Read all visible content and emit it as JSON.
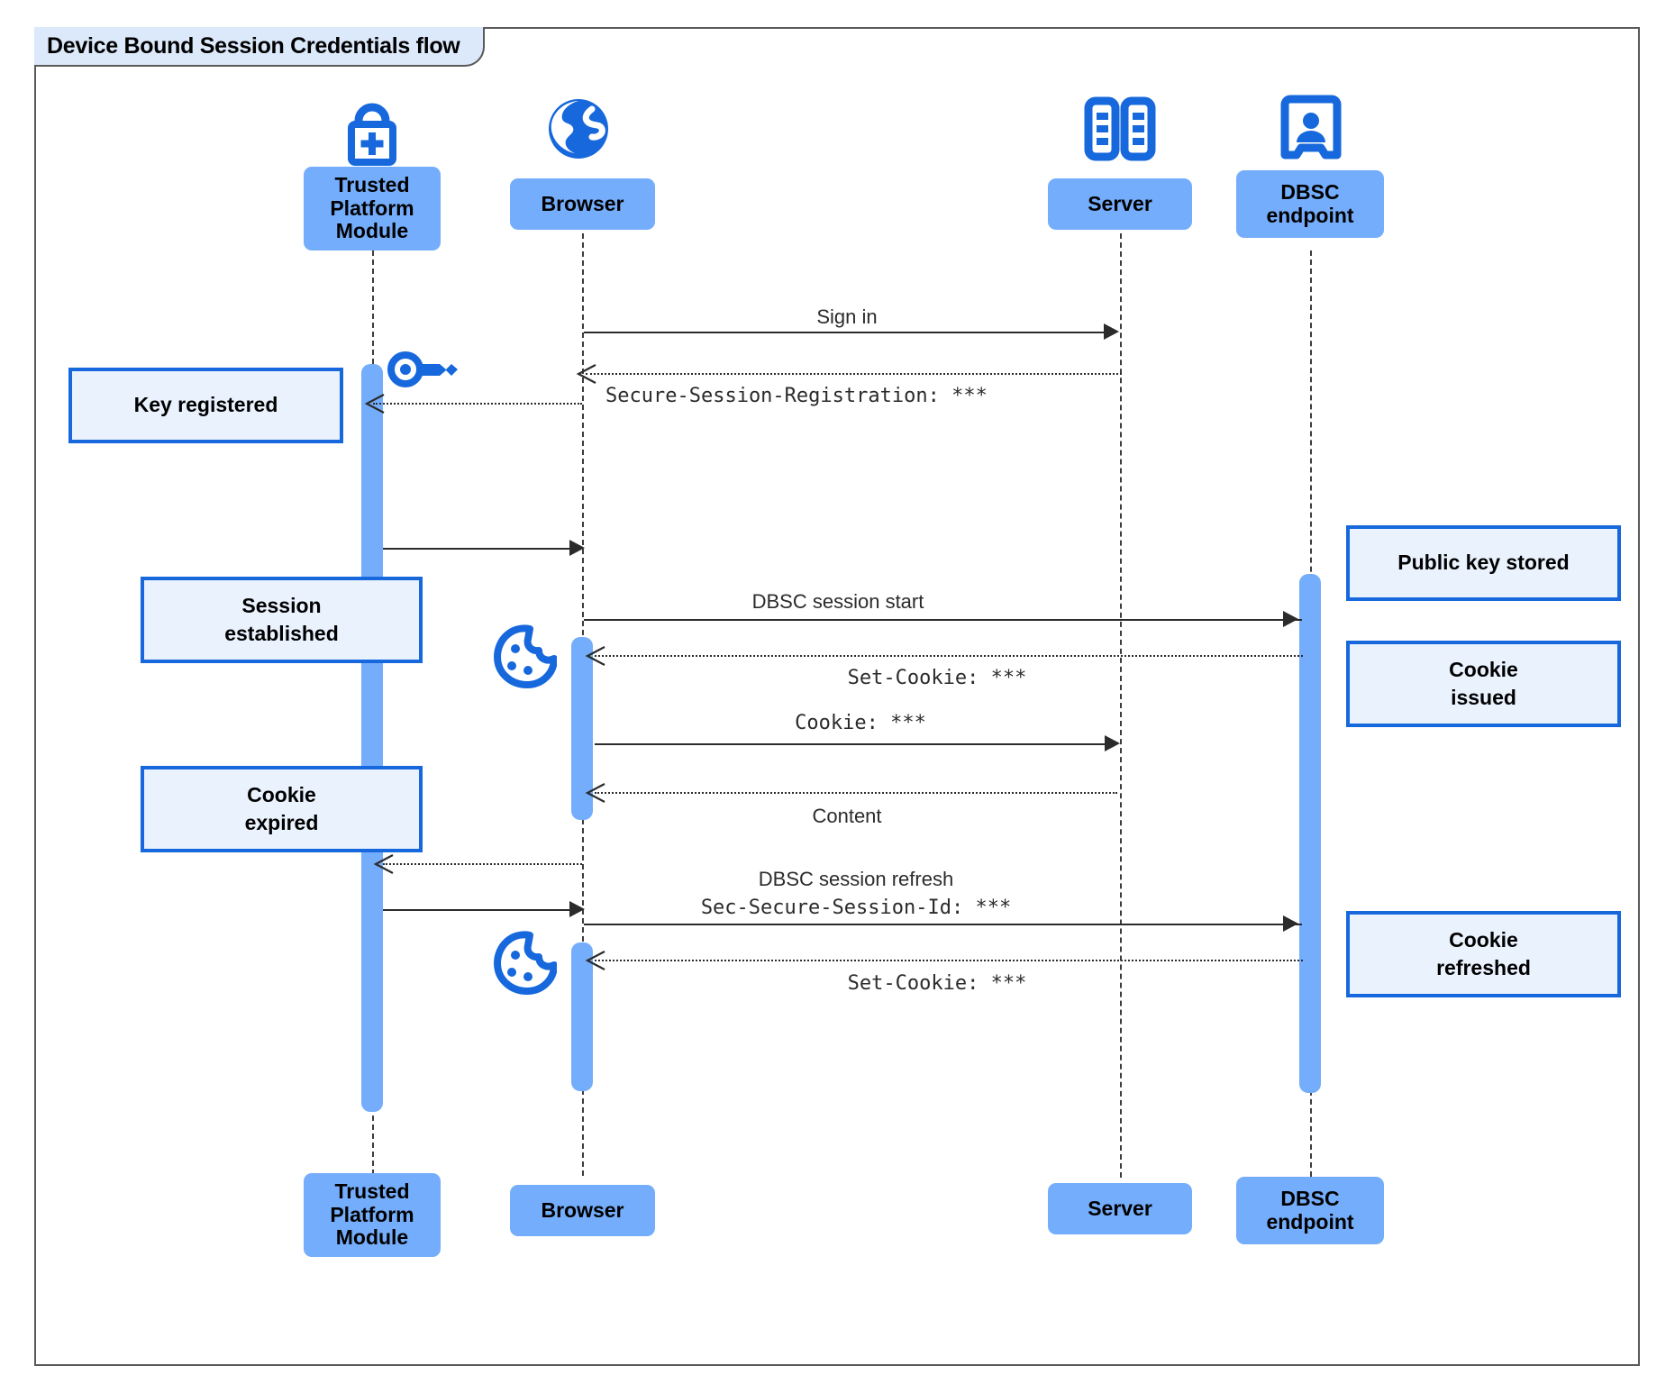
{
  "diagram": {
    "title": "Device Bound Session Credentials flow",
    "type": "uml-sequence-diagram",
    "colors": {
      "participant_fill": "#74adfb",
      "note_fill": "#eaf2fe",
      "note_border": "#1668dc",
      "icon_blue": "#1668dc",
      "frame_border": "#5a5a5a",
      "frame_tab_fill": "#dce9fb",
      "line": "#2b2b2b"
    }
  },
  "participants": [
    {
      "id": "tpm",
      "label": "Trusted\nPlatform\nModule",
      "icon": "lock-plus-icon"
    },
    {
      "id": "browser",
      "label": "Browser",
      "icon": "globe-icon"
    },
    {
      "id": "server",
      "label": "Server",
      "icon": "server-racks-icon"
    },
    {
      "id": "dbsc",
      "label": "DBSC\nendpoint",
      "icon": "id-badge-person-icon"
    }
  ],
  "participants_bottom": [
    {
      "id": "tpm",
      "label": "Trusted\nPlatform\nModule"
    },
    {
      "id": "browser",
      "label": "Browser"
    },
    {
      "id": "server",
      "label": "Server"
    },
    {
      "id": "dbsc",
      "label": "DBSC\nendpoint"
    }
  ],
  "messages": [
    {
      "id": "m1",
      "from": "browser",
      "to": "server",
      "label": "Sign in",
      "style": "solid",
      "font": "sans"
    },
    {
      "id": "m2",
      "from": "server",
      "to": "browser",
      "label": "Secure-Session-Registration: ***",
      "style": "dotted",
      "font": "mono"
    },
    {
      "id": "m3",
      "from": "browser",
      "to": "tpm",
      "label": "",
      "style": "dotted",
      "font": "sans"
    },
    {
      "id": "m4",
      "from": "tpm",
      "to": "browser",
      "label": "",
      "style": "solid",
      "font": "sans"
    },
    {
      "id": "m5",
      "from": "browser",
      "to": "dbsc",
      "label": "DBSC session start",
      "style": "solid",
      "font": "sans"
    },
    {
      "id": "m6",
      "from": "dbsc",
      "to": "browser",
      "label": "Set-Cookie: ***",
      "style": "dotted",
      "font": "mono"
    },
    {
      "id": "m7",
      "from": "browser",
      "to": "server",
      "label": "Cookie: ***",
      "style": "solid",
      "font": "mono"
    },
    {
      "id": "m8",
      "from": "server",
      "to": "browser",
      "label": "Content",
      "style": "dotted",
      "font": "sans"
    },
    {
      "id": "m9",
      "from": "browser",
      "to": "tpm",
      "label": "",
      "style": "dotted",
      "font": "sans"
    },
    {
      "id": "m10",
      "from": "tpm",
      "to": "dbsc",
      "label": "DBSC session refresh",
      "label2": "Sec-Secure-Session-Id: ***",
      "style": "solid",
      "font": "sans"
    },
    {
      "id": "m11",
      "from": "dbsc",
      "to": "browser",
      "label": "Set-Cookie: ***",
      "style": "dotted",
      "font": "mono"
    }
  ],
  "notes": [
    {
      "id": "n1",
      "side": "left",
      "text": "Key registered",
      "attached_to": "tpm"
    },
    {
      "id": "n2",
      "side": "left",
      "text": "Session\nestablished",
      "attached_to": "tpm"
    },
    {
      "id": "n3",
      "side": "left",
      "text": "Cookie\nexpired",
      "attached_to": "tpm"
    },
    {
      "id": "n4",
      "side": "right",
      "text": "Public key stored",
      "attached_to": "dbsc"
    },
    {
      "id": "n5",
      "side": "right",
      "text": "Cookie\nissued",
      "attached_to": "dbsc"
    },
    {
      "id": "n6",
      "side": "right",
      "text": "Cookie\nrefreshed",
      "attached_to": "dbsc"
    }
  ],
  "inline_icons": [
    {
      "id": "i1",
      "name": "key-icon",
      "near": "tpm-lifeline"
    },
    {
      "id": "i2",
      "name": "cookie-icon",
      "near": "browser-lifeline-session"
    },
    {
      "id": "i3",
      "name": "cookie-icon",
      "near": "browser-lifeline-refresh"
    }
  ],
  "labels": {
    "sign_in": "Sign in",
    "secure_session_registration": "Secure-Session-Registration: ***",
    "dbsc_session_start": "DBSC session start",
    "set_cookie_1": "Set-Cookie: ***",
    "cookie_req": "Cookie: ***",
    "content": "Content",
    "dbsc_session_refresh": "DBSC session refresh",
    "sec_secure_session_id": "Sec-Secure-Session-Id: ***",
    "set_cookie_2": "Set-Cookie: ***"
  }
}
